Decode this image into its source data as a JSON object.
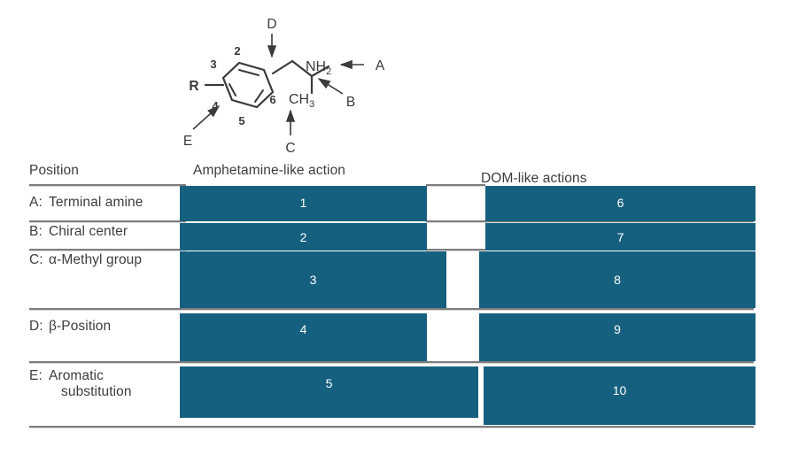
{
  "figure": {
    "name": "amphetamine-scaffold-structure",
    "ring_label": "R",
    "ring_numbers": [
      "2",
      "3",
      "4",
      "5",
      "6"
    ],
    "amine_label": "NH",
    "amine_sub": "2",
    "methyl_label": "CH",
    "methyl_sub": "3",
    "callouts": [
      {
        "id": "A",
        "label": "A"
      },
      {
        "id": "B",
        "label": "B"
      },
      {
        "id": "C",
        "label": "C"
      },
      {
        "id": "D",
        "label": "D"
      },
      {
        "id": "E",
        "label": "E"
      }
    ]
  },
  "table": {
    "headers": {
      "position": "Position",
      "amphetamine": "Amphetamine-like action",
      "dom": "DOM-like actions"
    },
    "rows": [
      {
        "tag": "A:",
        "label": "Terminal amine",
        "label_line2": "",
        "amphetamine_block": "1",
        "dom_block": "6"
      },
      {
        "tag": "B:",
        "label": "Chiral center",
        "label_line2": "",
        "amphetamine_block": "2",
        "dom_block": "7"
      },
      {
        "tag": "C:",
        "label": "α-Methyl group",
        "label_line2": "",
        "amphetamine_block": "3",
        "dom_block": "8"
      },
      {
        "tag": "D:",
        "label": "β-Position",
        "label_line2": "",
        "amphetamine_block": "4",
        "dom_block": "9"
      },
      {
        "tag": "E:",
        "label": "Aromatic",
        "label_line2": "substitution",
        "amphetamine_block": "5",
        "dom_block": "10"
      }
    ]
  },
  "colors": {
    "block_fill": "#16607f",
    "rule": "#7d7d7d",
    "text": "#3d3d3d"
  }
}
